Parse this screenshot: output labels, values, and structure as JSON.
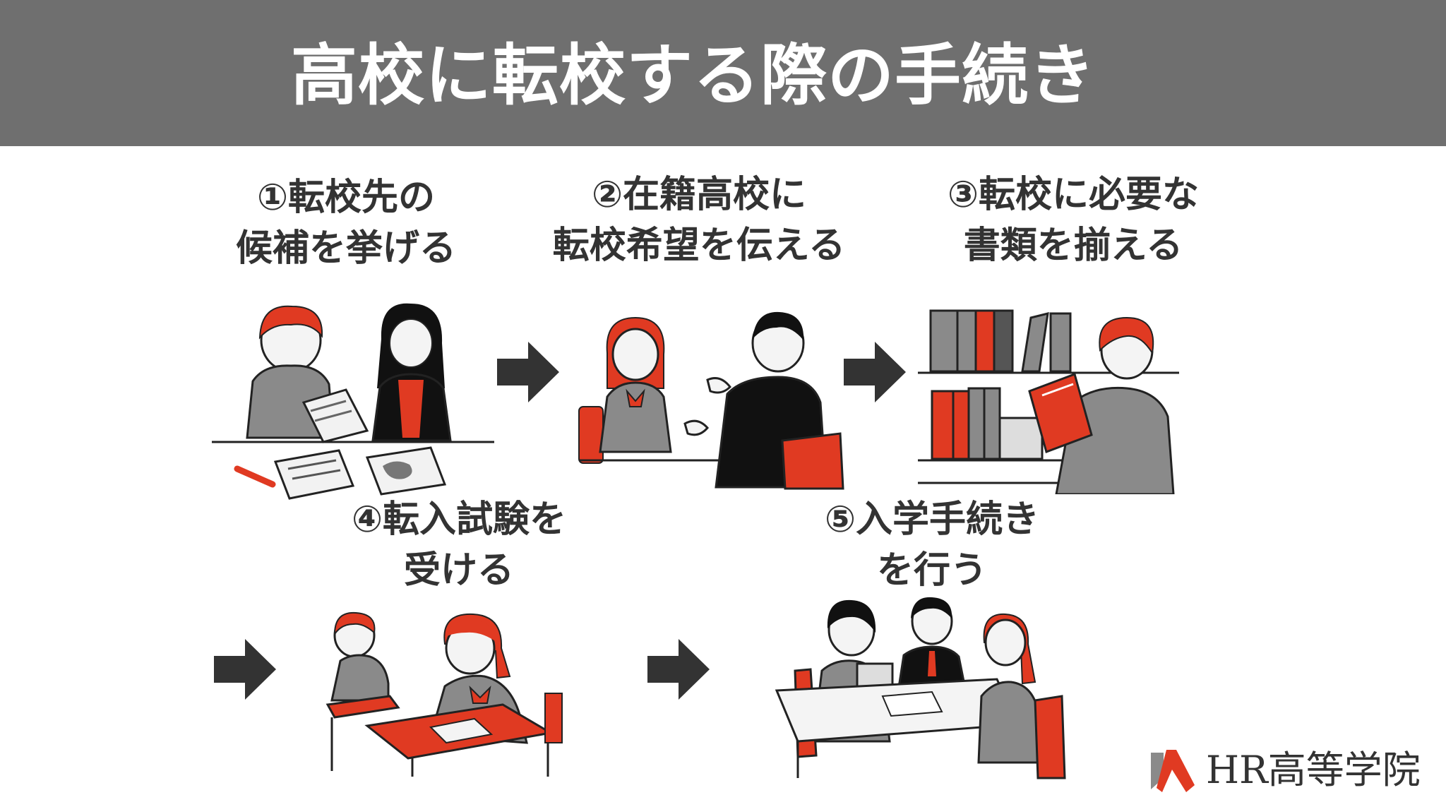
{
  "title": "高校に転校する際の手続き",
  "steps": [
    {
      "line1": "①転校先の",
      "line2": "候補を挙げる"
    },
    {
      "line1": "②在籍高校に",
      "line2": "転校希望を伝える"
    },
    {
      "line1": "③転校に必要な",
      "line2": "書類を揃える"
    },
    {
      "line1": "④転入試験を",
      "line2": "受ける"
    },
    {
      "line1": "⑤入学手続き",
      "line2": "を行う"
    }
  ],
  "logo": {
    "text": "HR高等学院"
  },
  "colors": {
    "header_bg": "#6f6f6f",
    "accent_red": "#e03a22",
    "text": "#333333",
    "arrow": "#333333"
  }
}
